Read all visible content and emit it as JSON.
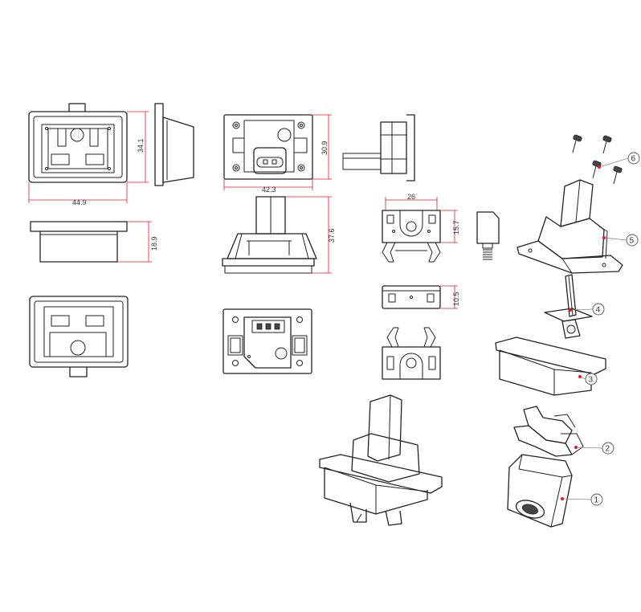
{
  "dimensions": {
    "front_width": "44.9",
    "front_height": "34.1",
    "bottom_height": "18.9",
    "rear_width": "42.3",
    "rear_height": "30.9",
    "side_height": "37.6",
    "clip_width": "26",
    "clip_height": "15.7",
    "clip_bottom_height": "10.5"
  },
  "callouts": [
    "1",
    "2",
    "3",
    "4",
    "5",
    "6"
  ],
  "colors": {
    "dimension": "#e31b23",
    "line": "#222222",
    "callout": "#555555"
  }
}
